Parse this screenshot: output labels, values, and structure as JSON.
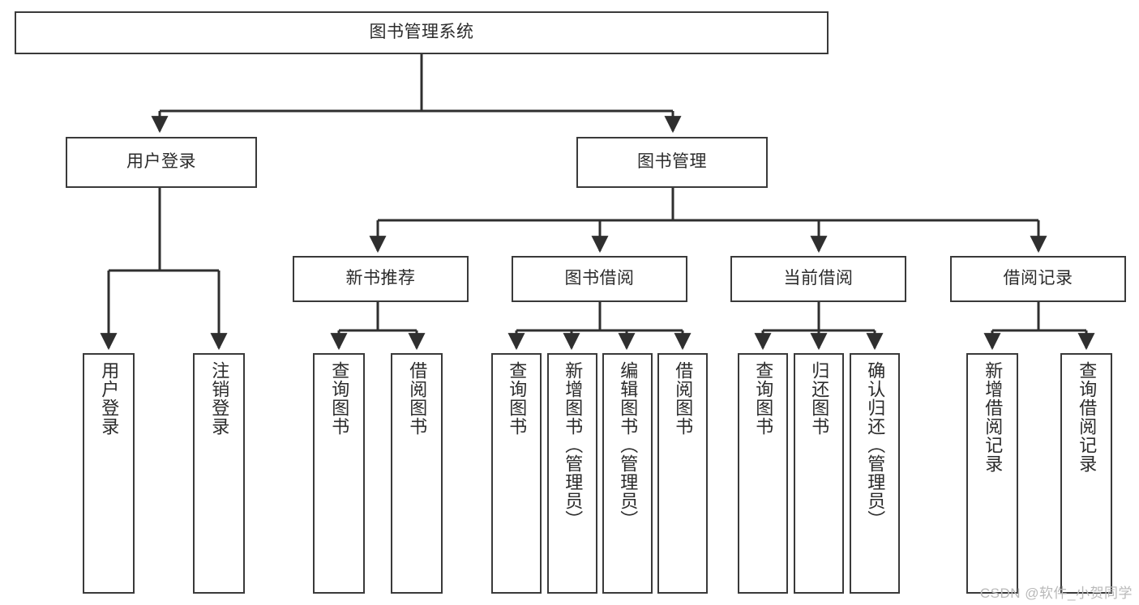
{
  "diagram": {
    "title": "图书管理系统",
    "type": "hierarchy-tree",
    "watermark": "CSDN @软件_小贺同学",
    "colors": {
      "box_border": "#3a3a3a",
      "box_fill": "#ffffff",
      "edge": "#2f2f2f",
      "text": "#2b2b2b",
      "watermark": "#b9b9b9"
    },
    "nodes": {
      "root": {
        "label": "图书管理系统"
      },
      "level2": [
        {
          "id": "user-login",
          "label": "用户登录"
        },
        {
          "id": "book-manage",
          "label": "图书管理"
        }
      ],
      "level3": [
        {
          "id": "new-book-recommend",
          "label": "新书推荐"
        },
        {
          "id": "book-borrow",
          "label": "图书借阅"
        },
        {
          "id": "current-borrow",
          "label": "当前借阅"
        },
        {
          "id": "borrow-record",
          "label": "借阅记录"
        }
      ],
      "leaves": {
        "user-login": [
          {
            "id": "leaf-user-login",
            "label": "用户登录"
          },
          {
            "id": "leaf-logout-login",
            "label": "注销登录"
          }
        ],
        "new-book-recommend": [
          {
            "id": "leaf-query-book-1",
            "label": "查询图书"
          },
          {
            "id": "leaf-borrow-book-1",
            "label": "借阅图书"
          }
        ],
        "book-borrow": [
          {
            "id": "leaf-query-book-2",
            "label": "查询图书"
          },
          {
            "id": "leaf-add-book",
            "label": "新增图书（管理员）"
          },
          {
            "id": "leaf-edit-book",
            "label": "编辑图书（管理员）"
          },
          {
            "id": "leaf-borrow-book-2",
            "label": "借阅图书"
          }
        ],
        "current-borrow": [
          {
            "id": "leaf-query-book-3",
            "label": "查询图书"
          },
          {
            "id": "leaf-return-book",
            "label": "归还图书"
          },
          {
            "id": "leaf-confirm-return",
            "label": "确认归还（管理员）"
          }
        ],
        "borrow-record": [
          {
            "id": "leaf-add-record",
            "label": "新增借阅记录"
          },
          {
            "id": "leaf-query-record",
            "label": "查询借阅记录"
          }
        ]
      }
    }
  }
}
